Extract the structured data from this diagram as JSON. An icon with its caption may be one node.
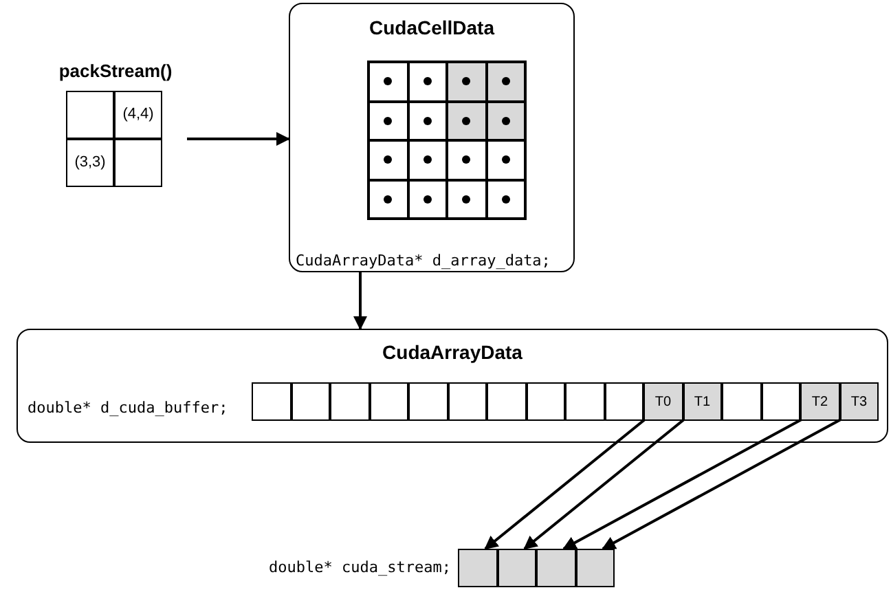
{
  "diagram": {
    "nodes": [
      {
        "text": [
          "packStream()"
        ]
      },
      {
        "text": [],
        "shape": "box",
        "in": 0
      },
      {
        "text": [
          "(4,4)"
        ],
        "in": 0
      },
      {
        "text": [
          "(3,3)"
        ],
        "in": 0
      },
      {
        "text": [],
        "shape": "box",
        "in": 0
      },
      {
        "text": [
          "CudaCellData",
          "CudaArrayData* d_array_data;"
        ]
      },
      {
        "text": [
          "CudaArrayData",
          "double* d_cuda_buffer;"
        ]
      },
      {
        "text": [],
        "shape": "box",
        "in": 6
      },
      {
        "text": [],
        "shape": "box",
        "in": 6
      },
      {
        "text": [],
        "shape": "box",
        "in": 6
      },
      {
        "text": [],
        "shape": "box",
        "in": 6
      },
      {
        "text": [],
        "shape": "box",
        "in": 6
      },
      {
        "text": [],
        "shape": "box",
        "in": 6
      },
      {
        "text": [],
        "shape": "box",
        "in": 6
      },
      {
        "text": [],
        "shape": "box",
        "in": 6
      },
      {
        "text": [],
        "shape": "box",
        "in": 6
      },
      {
        "text": [],
        "shape": "box",
        "in": 6
      },
      {
        "text": [
          "T0"
        ],
        "in": 6
      },
      {
        "text": [
          "T1"
        ],
        "in": 6
      },
      {
        "text": [],
        "shape": "box",
        "in": 6
      },
      {
        "text": [],
        "shape": "box",
        "in": 6
      },
      {
        "text": [
          "T2"
        ],
        "in": 6
      },
      {
        "text": [
          "T3"
        ],
        "in": 6
      },
      {
        "text": [],
        "shape": "box"
      },
      {
        "text": [],
        "shape": "box"
      },
      {
        "text": [],
        "shape": "box"
      },
      {
        "text": [],
        "shape": "box"
      }
    ],
    "edges": [
      {
        "from": 0,
        "to": 5,
        "arrow": "to"
      },
      {
        "from": 5,
        "to": 6,
        "arrow": "to"
      },
      {
        "from": 17,
        "to": 23,
        "arrow": "to"
      },
      {
        "from": 18,
        "to": 24,
        "arrow": "to"
      },
      {
        "from": 21,
        "to": 25,
        "arrow": "to"
      },
      {
        "from": 22,
        "to": 26,
        "arrow": "to"
      }
    ],
    "labels": [
      "double* cuda_stream;"
    ]
  }
}
